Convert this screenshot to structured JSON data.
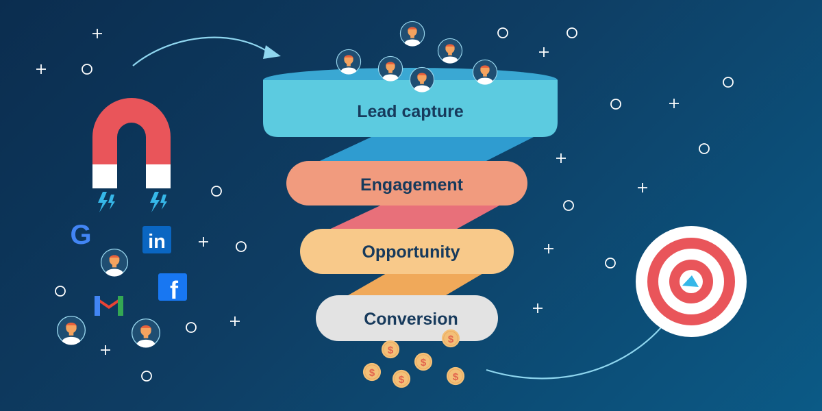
{
  "funnel": {
    "stages": [
      {
        "label": "Lead capture",
        "color": "#5ccbe0"
      },
      {
        "label": "Engagement",
        "color": "#f19b7e"
      },
      {
        "label": "Opportunity",
        "color": "#f8c98a"
      },
      {
        "label": "Conversion",
        "color": "#e3e3e3"
      }
    ],
    "top_rim_color": "#3aa8d3",
    "ribbon_colors": [
      "#2f9cd0",
      "#e8707a",
      "#f0a95a"
    ]
  },
  "channels": {
    "google": {
      "glyph": "G"
    },
    "linkedin": {
      "glyph": "in",
      "color": "#0a66c2"
    },
    "facebook": {
      "glyph": "f",
      "color": "#1877f2"
    },
    "gmail": {
      "glyph": "M"
    }
  },
  "coin": {
    "symbol": "$",
    "color": "#f3c078",
    "text_color": "#e2634d"
  },
  "colors": {
    "magnet_red": "#e9555a",
    "target_red": "#e9555a",
    "decor": "#ffffff",
    "avatar_bg": "#1f4e72",
    "avatar_skin": "#f4a35f",
    "avatar_hair": "#e8603a"
  }
}
